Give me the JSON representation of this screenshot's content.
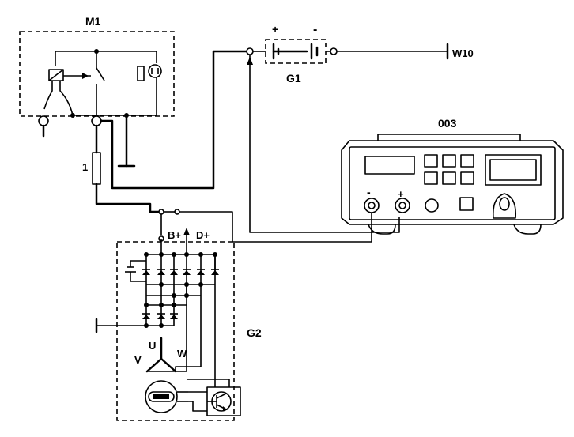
{
  "diagram": {
    "components": {
      "starter": {
        "label": "M1"
      },
      "battery": {
        "label": "G1",
        "plus": "+",
        "minus": "-"
      },
      "tester": {
        "label": "003",
        "neg_terminal": "-",
        "pos_terminal": "+"
      },
      "fuse": {
        "label": "1"
      },
      "ground": {
        "label": "W10"
      },
      "alternator": {
        "label": "G2",
        "terminal_b": "B+",
        "terminal_d": "D+",
        "phase_u": "U",
        "phase_v": "V",
        "phase_w": "W"
      }
    }
  }
}
